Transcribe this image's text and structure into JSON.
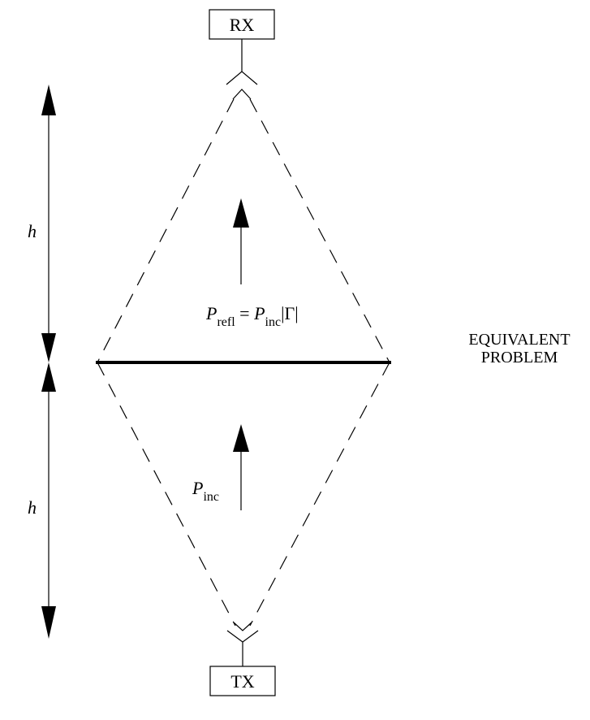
{
  "labels": {
    "rx": "RX",
    "tx": "TX",
    "h_upper": "h",
    "h_lower": "h",
    "p_refl_main": "P",
    "p_refl_sub": "refl",
    "p_refl_eq": " = ",
    "p_inc_main_a": "P",
    "p_inc_sub_a": "inc",
    "gamma": "|Γ|",
    "p_inc_main_b": "P",
    "p_inc_sub_b": "inc",
    "equivalent_line1": "EQUIVALENT",
    "equivalent_line2": "PROBLEM"
  },
  "colors": {
    "ink": "#000000",
    "background": "#ffffff"
  }
}
